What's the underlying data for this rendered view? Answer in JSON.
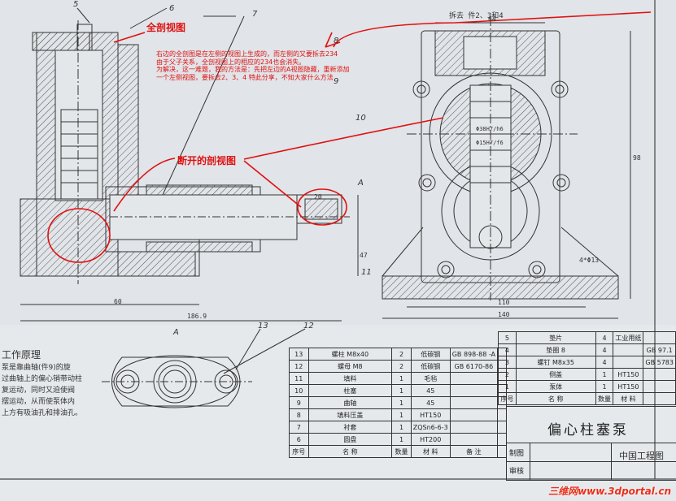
{
  "annotations": {
    "full_section_label": "全剖视图",
    "broken_section_label": "断开的剖视图",
    "note_lines": [
      "右边的全剖图是在左侧的视图上生成的，而左侧的又要拆去234",
      "由于父子关系，全剖视图上的相应的234也会消失。",
      "为解决，这一难题，我的方法是：先把左边的A视图隐藏，重新添加",
      "一个左侧视图，要拆去2、3、4  特此分享，不知大家什么方法"
    ]
  },
  "top_label": "拆去 件2、3和4",
  "section_A": "A",
  "part_numbers": [
    "5",
    "6",
    "7",
    "8",
    "9",
    "10",
    "11",
    "12",
    "13"
  ],
  "dimensions": [
    "60",
    "186.9",
    "110",
    "140",
    "64",
    "20",
    "98",
    "47",
    "4*Φ13",
    "Φ15H7/f6",
    "Φ38H7/h6"
  ],
  "working_principle": {
    "title": "工作原理",
    "lines": [
      "泵是靠曲轴(件9)的旋",
      "过曲轴上的偏心销带动柱",
      "复运动，同时又迫使阀",
      "摆运动，从而使泵体内",
      "上方有吸油孔和排油孔。"
    ]
  },
  "bom_left": [
    [
      "13",
      "螺柱 M8x40",
      "2",
      "低碳钢",
      "GB 898-88 -A",
      ""
    ],
    [
      "12",
      "螺母 M8",
      "2",
      "低碳钢",
      "GB 6170-86",
      ""
    ],
    [
      "11",
      "填料",
      "1",
      "毛毡",
      "",
      ""
    ],
    [
      "10",
      "柱塞",
      "1",
      "45",
      "",
      ""
    ],
    [
      "9",
      "曲轴",
      "1",
      "45",
      "",
      ""
    ],
    [
      "8",
      "填料压盖",
      "1",
      "HT150",
      "",
      ""
    ],
    [
      "7",
      "衬套",
      "1",
      "ZQSn6-6-3",
      "",
      ""
    ],
    [
      "6",
      "圆盘",
      "1",
      "HT200",
      "",
      ""
    ],
    [
      "序号",
      "名    称",
      "数量",
      "材 料",
      "备  注",
      ""
    ]
  ],
  "bom_right": [
    [
      "5",
      "垫片",
      "4",
      "工业用纸",
      ""
    ],
    [
      "4",
      "垫圈 8",
      "4",
      "",
      "GB 97.1"
    ],
    [
      "3",
      "螺钉 M8x35",
      "4",
      "",
      "GB 5783"
    ],
    [
      "2",
      "侧盖",
      "1",
      "HT150",
      ""
    ],
    [
      "1",
      "泵体",
      "1",
      "HT150",
      ""
    ],
    [
      "序号",
      "名    称",
      "数量",
      "材 料",
      ""
    ]
  ],
  "title_block": {
    "name": "偏心柱塞泵",
    "drawn": "制图",
    "checked": "审核",
    "company": "中国工程图"
  },
  "watermark": "三维网www.3dportal.cn"
}
